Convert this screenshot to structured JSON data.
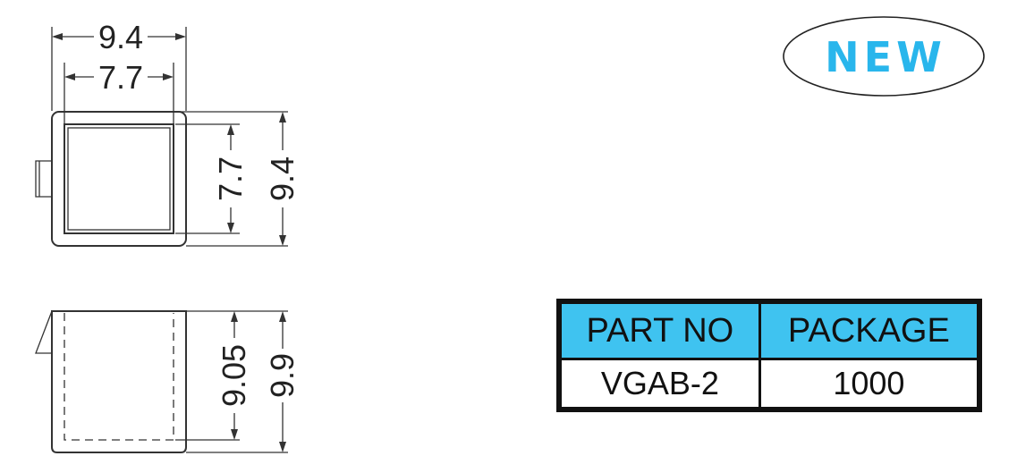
{
  "badge": {
    "text": "NEW",
    "color": "#29b6ec"
  },
  "top_view": {
    "outer_width": "9.4",
    "inner_width": "7.7",
    "inner_height": "7.7",
    "outer_height": "9.4"
  },
  "side_view": {
    "inner_depth": "9.05",
    "outer_depth": "9.9"
  },
  "table": {
    "header_color": "#3fc3f0",
    "headers": [
      "PART NO",
      "PACKAGE"
    ],
    "rows": [
      [
        "VGAB-2",
        "1000"
      ]
    ]
  }
}
